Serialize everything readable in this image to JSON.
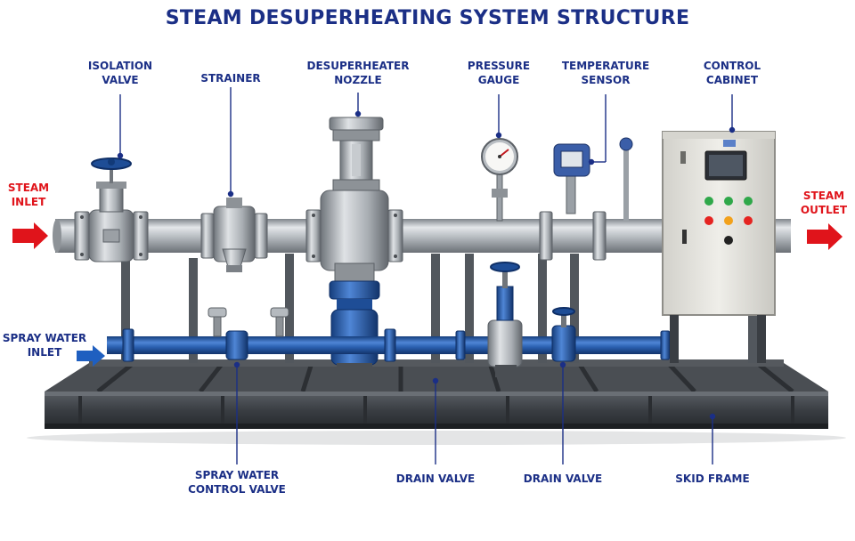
{
  "title": "STEAM DESUPERHEATING SYSTEM STRUCTURE",
  "labels": {
    "isolation_valve": [
      "ISOLATION",
      "VALVE"
    ],
    "strainer": [
      "STRAINER"
    ],
    "desuperheater_nozzle": [
      "DESUPERHEATER",
      "NOZZLE"
    ],
    "pressure_gauge": [
      "PRESSURE",
      "GAUGE"
    ],
    "temperature_sensor": [
      "TEMPERATURE",
      "SENSOR"
    ],
    "control_cabinet": [
      "CONTROL",
      "CABINET"
    ],
    "steam_inlet": [
      "STEAM",
      "INLET"
    ],
    "steam_outlet": [
      "STEAM",
      "OUTLET"
    ],
    "spray_water_inlet": [
      "SPRAY WATER",
      "INLET"
    ],
    "spray_water_control_valve": [
      "SPRAY WATER",
      "CONTROL VALVE"
    ],
    "drain_valve_1": [
      "DRAIN VALVE"
    ],
    "drain_valve_2": [
      "DRAIN VALVE"
    ],
    "skid_frame": [
      "SKID FRAME"
    ]
  },
  "colors": {
    "title": "#1b2f86",
    "callout": "#1b2f86",
    "steam_arrow": "#e0141b",
    "water_arrow": "#1f5fc0",
    "steel": "#a9aeb3",
    "blue_pipe": "#1d4f9a",
    "frame": "#3b3f44",
    "cabinet": "#e9e8e2"
  }
}
